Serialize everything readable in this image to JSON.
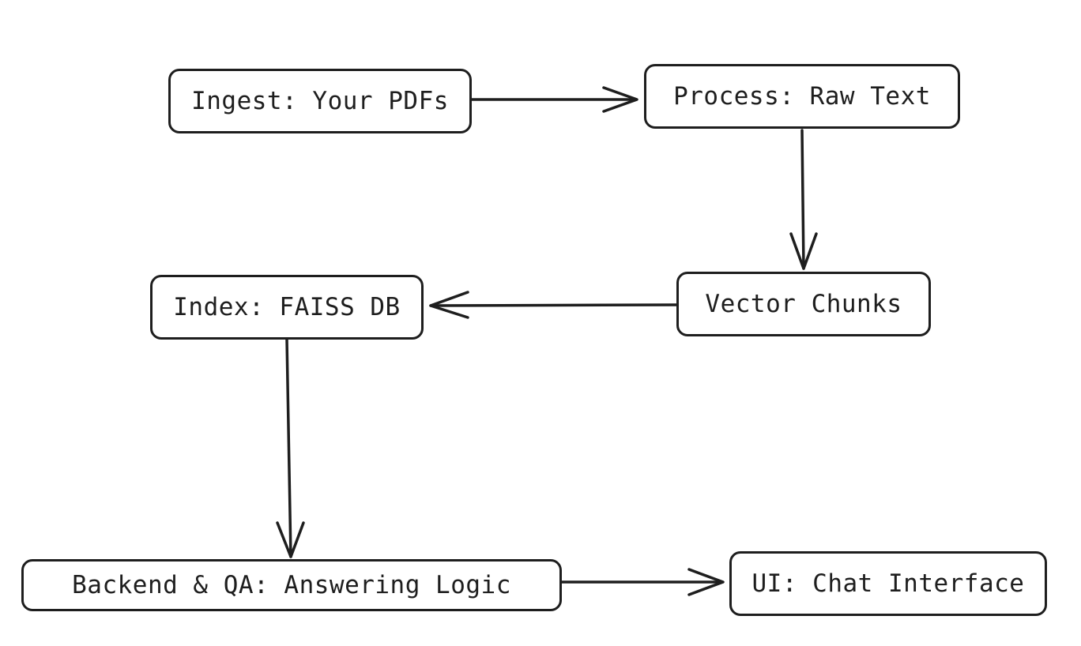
{
  "diagram": {
    "nodes": [
      {
        "id": "ingest",
        "label": "Ingest: Your PDFs"
      },
      {
        "id": "process",
        "label": "Process: Raw Text"
      },
      {
        "id": "vector",
        "label": "Vector Chunks"
      },
      {
        "id": "index",
        "label": "Index: FAISS DB"
      },
      {
        "id": "backend",
        "label": "Backend & QA: Answering Logic"
      },
      {
        "id": "ui",
        "label": "UI: Chat Interface"
      }
    ],
    "edges": [
      {
        "from": "ingest",
        "to": "process"
      },
      {
        "from": "process",
        "to": "vector"
      },
      {
        "from": "vector",
        "to": "index"
      },
      {
        "from": "index",
        "to": "backend"
      },
      {
        "from": "backend",
        "to": "ui"
      }
    ],
    "colors": {
      "stroke": "#1e1e1e",
      "background": "#ffffff"
    }
  }
}
